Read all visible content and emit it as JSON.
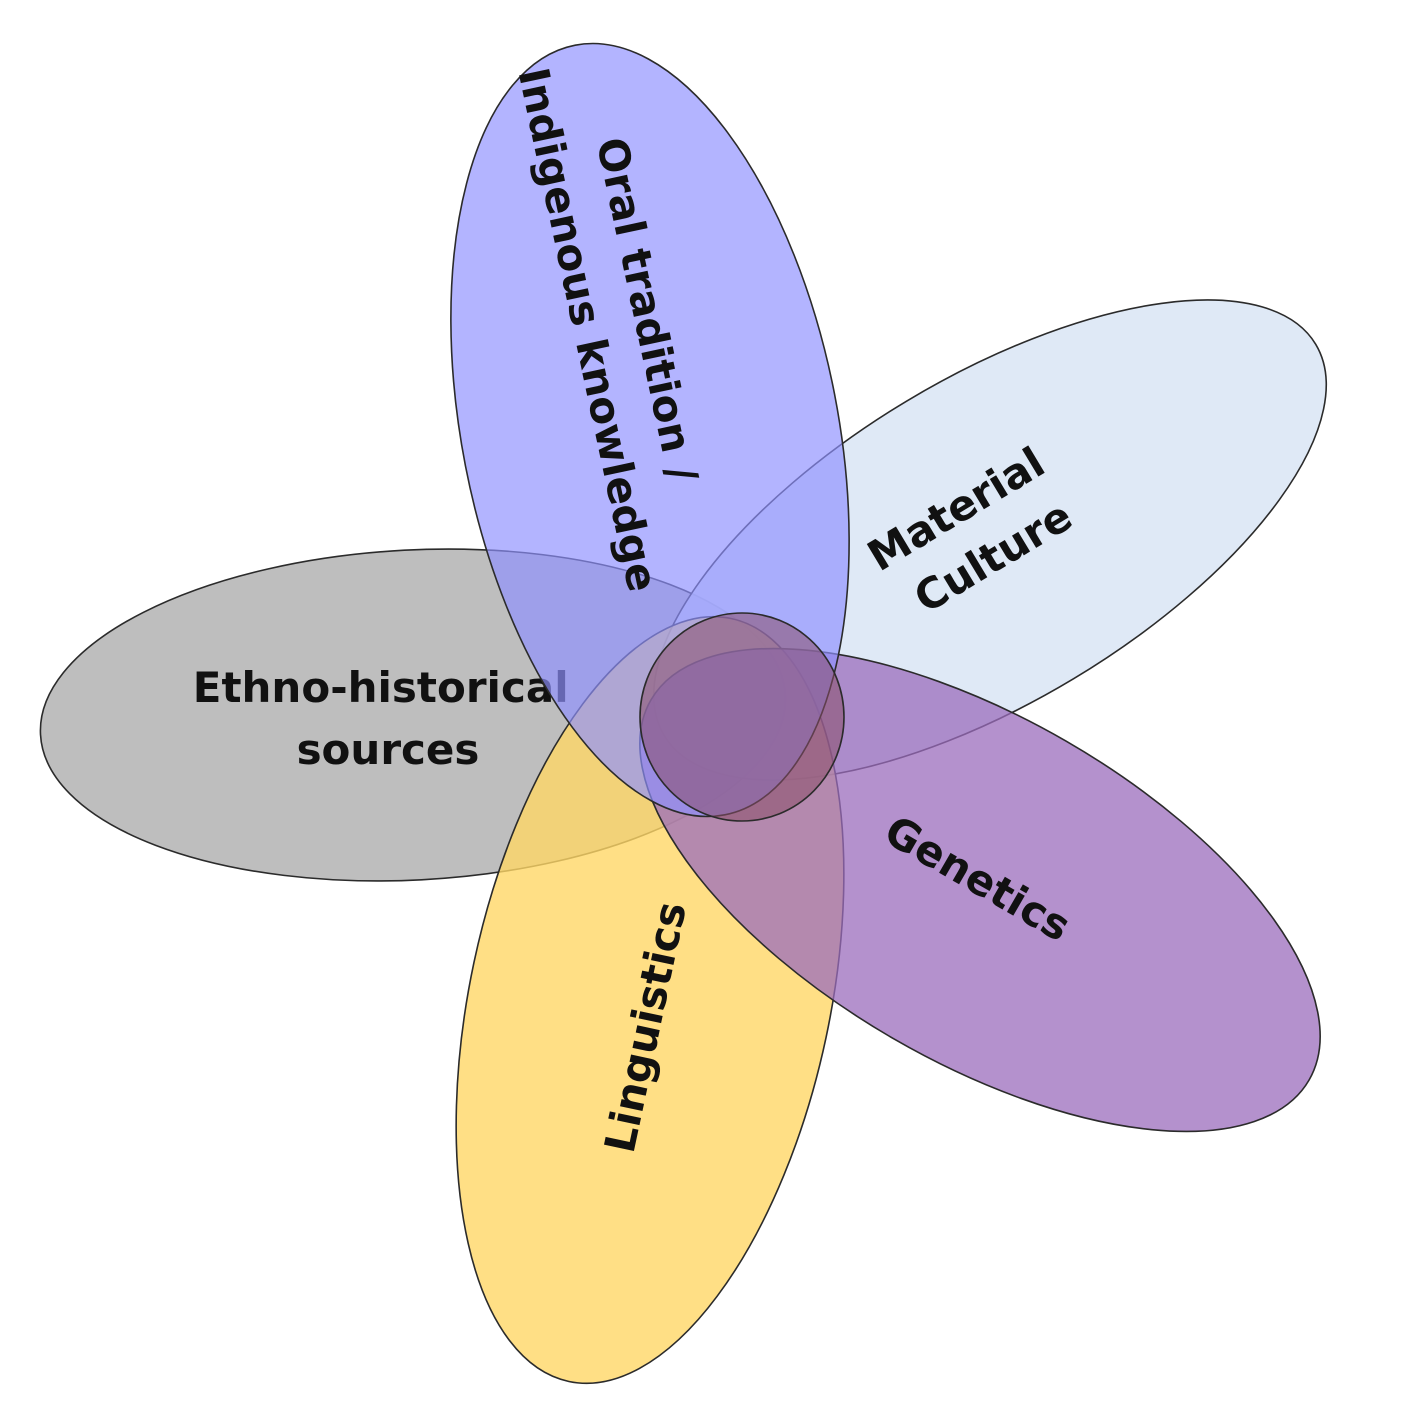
{
  "diagram": {
    "petals": [
      {
        "id": "ethno-historical",
        "label_lines": [
          "Ethno-historical",
          "sources"
        ],
        "color": "#b3b3b3",
        "opacity": 0.85
      },
      {
        "id": "material-culture",
        "label_lines": [
          "Material",
          "Culture"
        ],
        "color": "#dbe6f5",
        "opacity": 0.88
      },
      {
        "id": "linguistics",
        "label_lines": [
          "Linguistics"
        ],
        "color": "#ffd766",
        "opacity": 0.8
      },
      {
        "id": "genetics",
        "label_lines": [
          "Genetics"
        ],
        "color": "#9b6cbc",
        "opacity": 0.75
      },
      {
        "id": "oral-tradition",
        "label_lines": [
          "Oral tradition /",
          "Indigenous knowledge"
        ],
        "color": "#8f91ff",
        "opacity": 0.68
      }
    ],
    "center": {
      "color": "#8a4e6a",
      "opacity": 0.55
    }
  }
}
